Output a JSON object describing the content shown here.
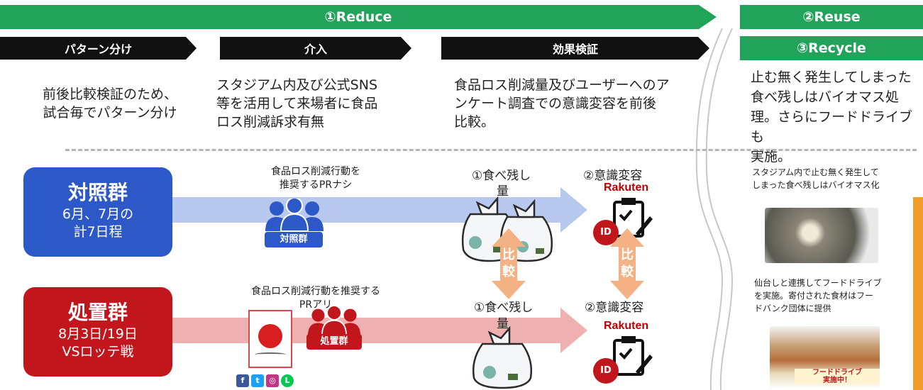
{
  "banners": {
    "reduce": "①Reduce",
    "reuse": "②Reuse",
    "recycle": "③Recycle"
  },
  "steps": [
    "パターン分け",
    "介入",
    "効果検証"
  ],
  "descriptions": {
    "pattern": [
      "前後比較検証のため、",
      "試合毎でパターン分け"
    ],
    "intervention": [
      "スタジアム内及び公式SNS",
      "等を活用して来場者に食品",
      "ロス削減訴求有無"
    ],
    "verification": [
      "食品ロス削減量及びユーザーへのア",
      "ンケート調査での意識変容を前後",
      "比較。"
    ],
    "recycle": [
      "止む無く発生してしまった",
      "食べ残しはバイオマス処",
      "理。さらにフードドライブも",
      "実施。"
    ]
  },
  "groups": {
    "control": {
      "name": "対照群",
      "line1": "6月、7月の",
      "line2": "計7日程",
      "badge": "対照群",
      "pr": [
        "食品ロス削減行動を",
        "推奨するPRナシ"
      ]
    },
    "treatment": {
      "name": "処置群",
      "line1": "8月3日/19日",
      "line2": "VSロッテ戦",
      "badge": "処置群",
      "pr": [
        "食品ロス削減行動を推奨する",
        "PRアリ"
      ]
    }
  },
  "measures": {
    "leftover_a": "①食べ残し",
    "leftover_a2": "量",
    "leftover_b": "①食べ残し",
    "leftover_b2": "量",
    "awareness_a": "②意識変容",
    "awareness_b": "②意識変容",
    "rakuten": "Rakuten",
    "id": "ID",
    "compare": [
      "比",
      "較"
    ]
  },
  "side": {
    "biomass": [
      "スタジアム内で止む無く発生して",
      "しまった食べ残しはバイオマス化"
    ],
    "fooddrive": [
      "仙台しと連携してフードドライブ",
      "を実施。寄付された食材はフー",
      "ドバンク団体に提供"
    ],
    "sign": [
      "フードドライブ",
      "実施中！"
    ]
  },
  "colors": {
    "green": "#22a35a",
    "blue": "#2d59c8",
    "red": "#c2161d",
    "orange": "#f4b183"
  },
  "icons": [
    "people-group-icon",
    "trash-bag-icon",
    "clipboard-icon",
    "facebook-icon",
    "twitter-icon",
    "instagram-icon",
    "line-icon",
    "compare-arrow-icon"
  ]
}
